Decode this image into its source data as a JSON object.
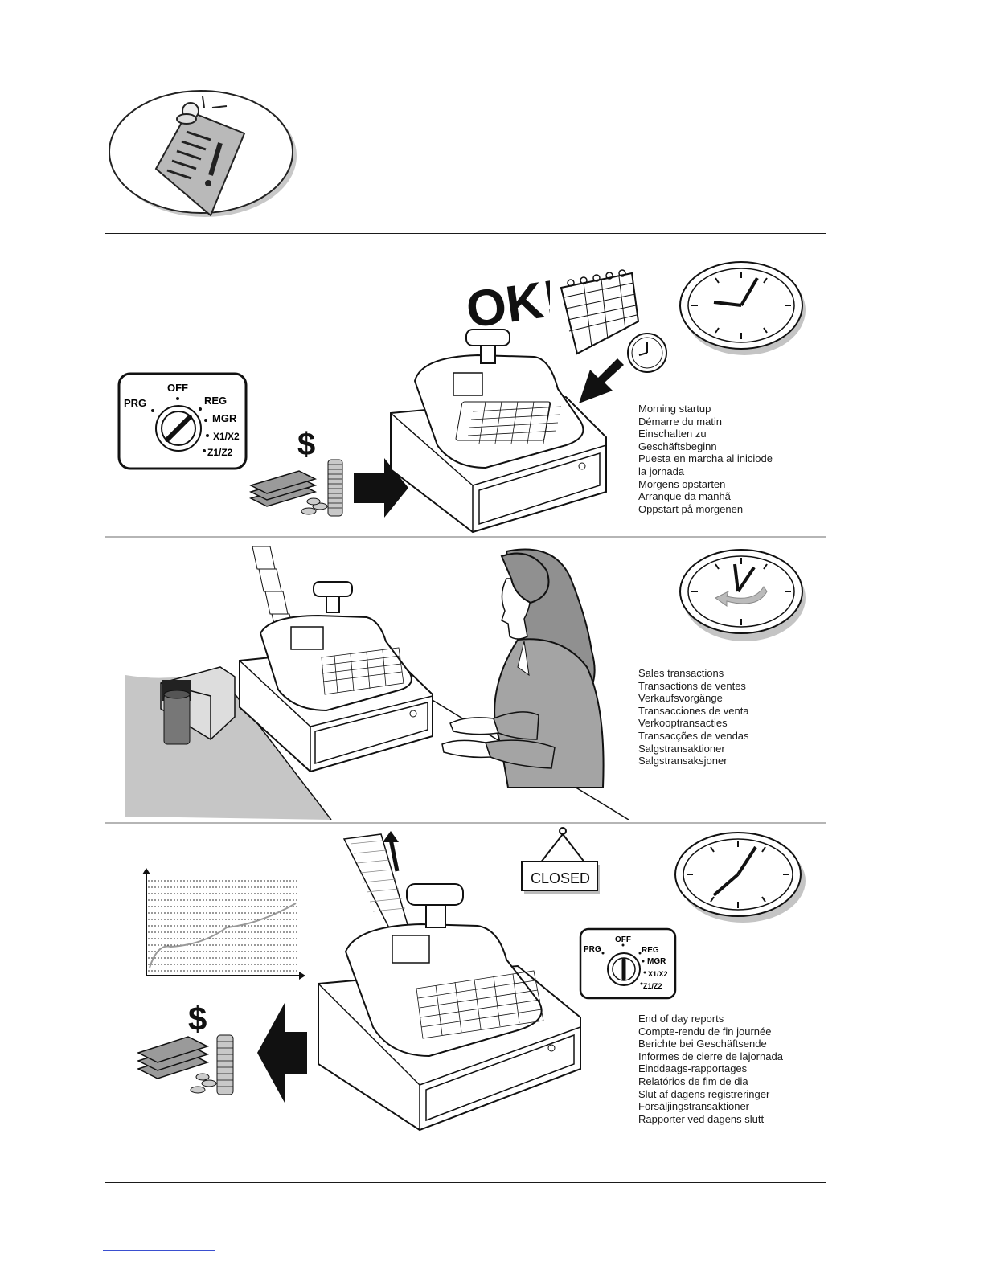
{
  "sections": {
    "morning": {
      "caption_lines": [
        "Morning startup",
        "Démarre du matin",
        "Einschalten zu",
        "Geschäftsbeginn",
        "Puesta en marcha al iniciode",
        "la jornada",
        "Morgens opstarten",
        "Arranque da manhã",
        "Oppstart på morgenen"
      ],
      "ok_text": "OK!!",
      "dollar": "$",
      "keyswitch": {
        "prg": "PRG",
        "off": "OFF",
        "reg": "REG",
        "mgr": "MGR",
        "x": "X1/X2",
        "z": "Z1/Z2"
      }
    },
    "sales": {
      "caption_lines": [
        "Sales transactions",
        "Transactions de ventes",
        "Verkaufsvorgänge",
        "Transacciones de venta",
        "Verkooptransacties",
        "Transacções de vendas",
        "Salgstransaktioner",
        "Salgstransaksjoner"
      ]
    },
    "end_of_day": {
      "caption_lines": [
        "End of day reports",
        "Compte-rendu de fin journée",
        "Berichte bei Geschäftsende",
        "Informes de cierre de lajornada",
        "Einddaags-rapportages",
        "Relatórios de fim de dia",
        "Slut af dagens registreringer",
        "Försäljingstransaktioner",
        "Rapporter ved dagens slutt"
      ],
      "closed_sign": "CLOSED",
      "dollar": "$",
      "keyswitch": {
        "prg": "PRG",
        "off": "OFF",
        "reg": "REG",
        "mgr": "MGR",
        "x": "X1/X2",
        "z": "Z1/Z2"
      }
    }
  },
  "icons": {
    "note": "pinned-note-icon",
    "clock": "wall-clock-icon",
    "calendar": "desk-calendar-icon",
    "register": "cash-register-icon",
    "cash": "banknotes-and-coins-icon",
    "chart": "sales-chart-icon",
    "arrow": "arrow-icon"
  }
}
